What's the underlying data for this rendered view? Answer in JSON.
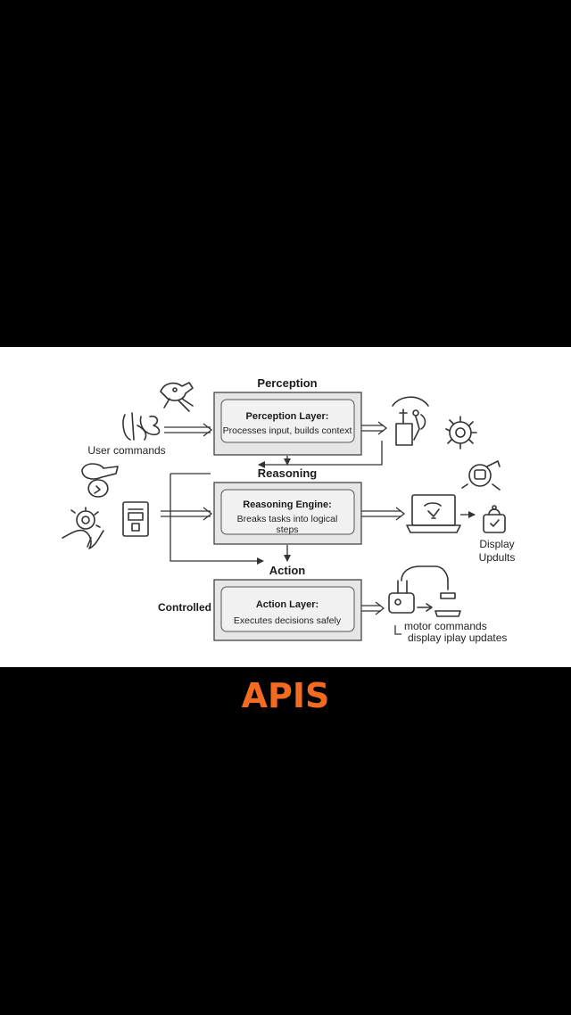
{
  "layers": [
    {
      "heading": "Perception",
      "title": "Perception Layer:",
      "lines": [
        "Processes input, builds context"
      ]
    },
    {
      "heading": "Reasoning",
      "title": "Reasoning Engine:",
      "lines": [
        "Breaks tasks into logical",
        "steps"
      ]
    },
    {
      "heading": "Action",
      "title": "Action Layer:",
      "lines": [
        "Executes decisions safely"
      ]
    }
  ],
  "labels": {
    "user_commands": "User commands",
    "controlled": "Controlled",
    "display_line1": "Display",
    "display_line2": "Updults",
    "motor_line1": "motor commands",
    "motor_line2": "display iplay updates"
  },
  "caption": "APIS",
  "colors": {
    "background": "#000000",
    "panel": "#ffffff",
    "box_fill": "#e6e6e6",
    "inner_fill": "#f1f1f1",
    "caption": "#f26b21"
  },
  "icons": [
    "robot-head-icon",
    "hand-gesture-icon",
    "wrench-icon",
    "gear-hand-icon",
    "device-panel-icon",
    "tools-hand-icon",
    "gear-icon",
    "robot-arm-icon",
    "laptop-icon",
    "robot-small-icon",
    "robotic-arm-icon"
  ]
}
